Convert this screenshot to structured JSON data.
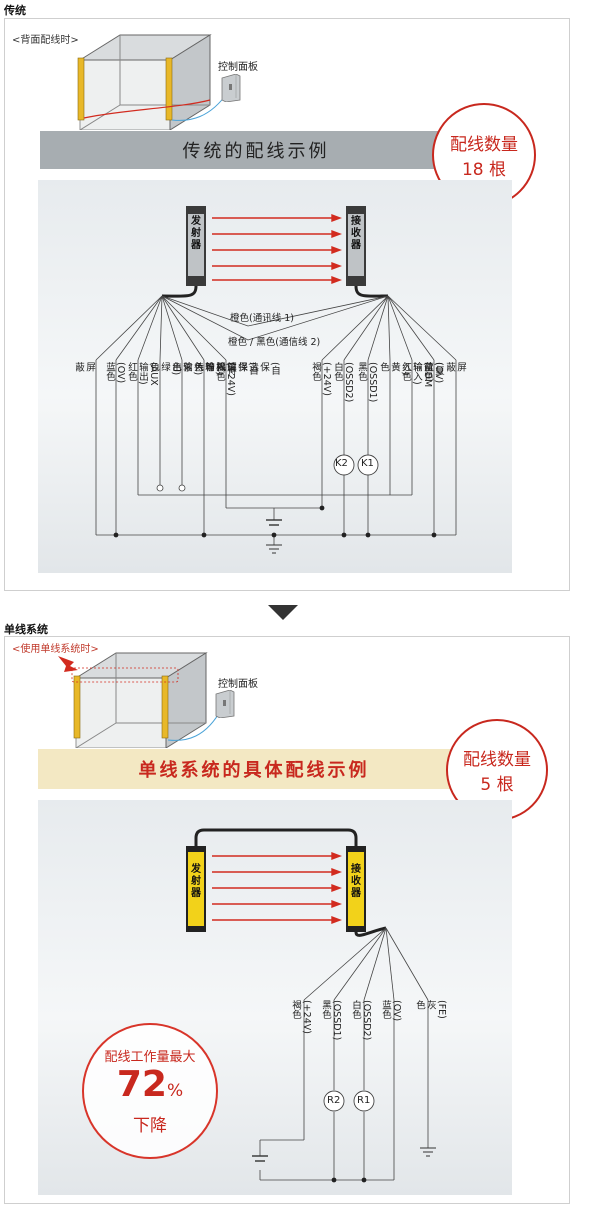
{
  "section1": {
    "title": "传统",
    "sublabel": "<背面配线时>",
    "panel_label": "控制面板",
    "banner": "传统的配线示例",
    "badge_line1": "配线数量",
    "badge_line2": "18 根",
    "emitter_label": "发射器",
    "receiver_label": "接收器",
    "comm_label1": "橙色(通讯线 1)",
    "comm_label2": "橙色 / 黑色(通信线 2)",
    "left_wires": [
      "屏蔽",
      "(OV)蓝色",
      "(AUX 输出)红色",
      "(自保解除等待输出)绿色",
      "(待机输入)紫色",
      "(自保选择输入)粉色",
      "(+24V)褐色"
    ],
    "right_wires": [
      "(+24V)褐色",
      "(OSSD2)白色",
      "(OSSD1)黑色",
      "(复位输入)黄色",
      "(EDM 输入)红色",
      "(OV)蓝色",
      "屏蔽"
    ],
    "relay1": "K2",
    "relay2": "K1"
  },
  "section2": {
    "title": "单线系统",
    "sublabel": "<使用单线系统时>",
    "panel_label": "控制面板",
    "banner": "单线系统的具体配线示例",
    "badge_line1": "配线数量",
    "badge_line2": "5 根",
    "emitter_label": "发射器",
    "receiver_label": "接收器",
    "wires": [
      "(+24V)褐色",
      "(OSSD1)黑色",
      "(OSSD2)白色",
      "(OV)蓝色",
      "(FE)灰色"
    ],
    "relay1": "R2",
    "relay2": "R1",
    "reduction_line1": "配线工作量最大",
    "reduction_value": "72",
    "reduction_unit": "%",
    "reduction_line3": "下降"
  },
  "colors": {
    "accent_red": "#c8281e",
    "beam_red": "#d22b1f",
    "yellow_device": "#f2d21a",
    "gray_banner": "#a7adb1",
    "cream_banner": "#f3e8c3"
  }
}
